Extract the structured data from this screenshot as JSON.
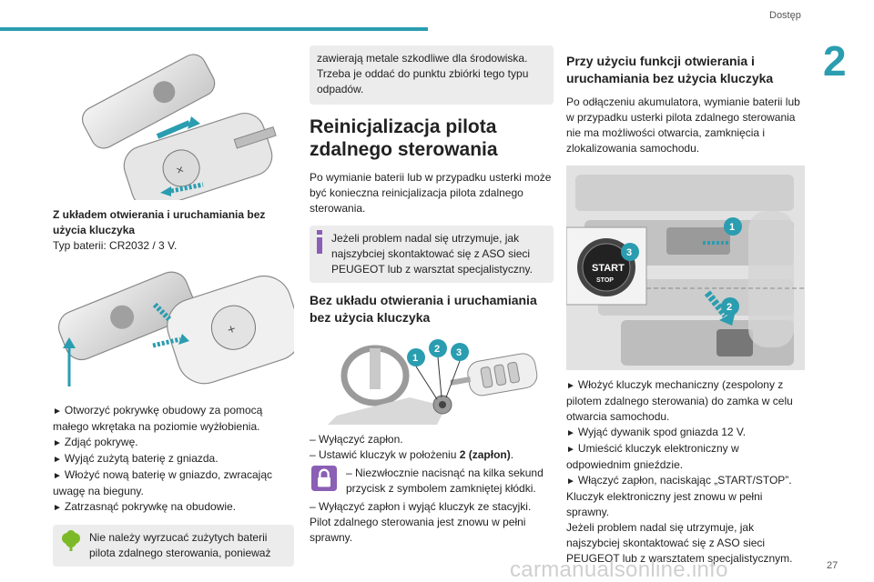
{
  "header": {
    "section": "Dostęp",
    "chapter": "2"
  },
  "footer": {
    "page": "27",
    "watermark": "carmanualsonline.info"
  },
  "col1": {
    "caption_title": "Z układem otwierania i uruchamiania bez użycia kluczyka",
    "caption_battery": "Typ baterii: CR2032 / 3 V.",
    "steps": [
      "Otworzyć pokrywkę obudowy za pomocą małego wkrętaka na poziomie wyżłobienia.",
      "Zdjąć pokrywę.",
      "Wyjąć zużytą baterię z gniazda.",
      "Włożyć nową baterię w gniazdo, zwracając uwagę na bieguny.",
      "Zatrzasnąć pokrywkę na obudowie."
    ],
    "eco_note": "Nie należy wyrzucać zużytych baterii pilota zdalnego sterowania, ponieważ"
  },
  "col2": {
    "eco_note_cont": "zawierają metale szkodliwe dla środowiska. Trzeba je oddać do punktu zbiórki tego typu odpadów.",
    "heading": "Reinicjalizacja pilota zdalnego sterowania",
    "intro": "Po wymianie baterii lub w przypadku usterki może być konieczna reinicjalizacja pilota zdalnego sterowania.",
    "info_note": "Jeżeli problem nadal się utrzymuje, jak najszybciej skontaktować się z ASO sieci PEUGEOT lub z warsztat specjalistyczny.",
    "subheading": "Bez układu otwierania i uruchamiania bez użycia kluczyka",
    "step1": "–  Wyłączyć zapłon.",
    "step2_pre": "–  Ustawić kluczyk w położeniu ",
    "step2_bold": "2 (zapłon)",
    "step2_post": ".",
    "lock_step": "–  Niezwłocznie nacisnąć na kilka sekund przycisk z symbolem zamkniętej kłódki.",
    "step4": "–  Wyłączyć zapłon i wyjąć kluczyk ze stacyjki.",
    "result": "Pilot zdalnego sterowania jest znowu w pełni sprawny.",
    "callouts": [
      "1",
      "2",
      "3"
    ]
  },
  "col3": {
    "heading": "Przy użyciu funkcji otwierania i uruchamiania bez użycia kluczyka",
    "intro": "Po odłączeniu akumulatora, wymianie baterii lub w przypadku usterki pilota zdalnego sterowania nie ma możliwości otwarcia, zamknięcia i zlokalizowania samochodu.",
    "button_line1": "START",
    "button_line2": "STOP",
    "callouts": [
      "1",
      "2",
      "3"
    ],
    "steps": [
      "Włożyć kluczyk mechaniczny (zespolony z pilotem zdalnego sterowania) do zamka w celu otwarcia samochodu.",
      "Wyjąć dywanik spod gniazda 12 V.",
      "Umieścić kluczyk elektroniczny w odpowiednim gnieździe.",
      "Włączyć zapłon, naciskając „START/STOP”."
    ],
    "result": "Kluczyk elektroniczny jest znowu w pełni sprawny.",
    "final_note": "Jeżeli problem nadal się utrzymuje, jak najszybciej skontaktować się z ASO sieci PEUGEOT lub z  warsztatem specjalistycznym."
  },
  "colors": {
    "accent": "#2a9db0",
    "note_bg": "#ececec",
    "eco_green": "#7cb928",
    "info_violet": "#8a5fb5",
    "lock_violet": "#8a5fb5"
  },
  "icons": {
    "eco": "tree-icon",
    "info": "info-icon",
    "lock": "padlock-icon",
    "bullet": "triangle-bullet"
  }
}
